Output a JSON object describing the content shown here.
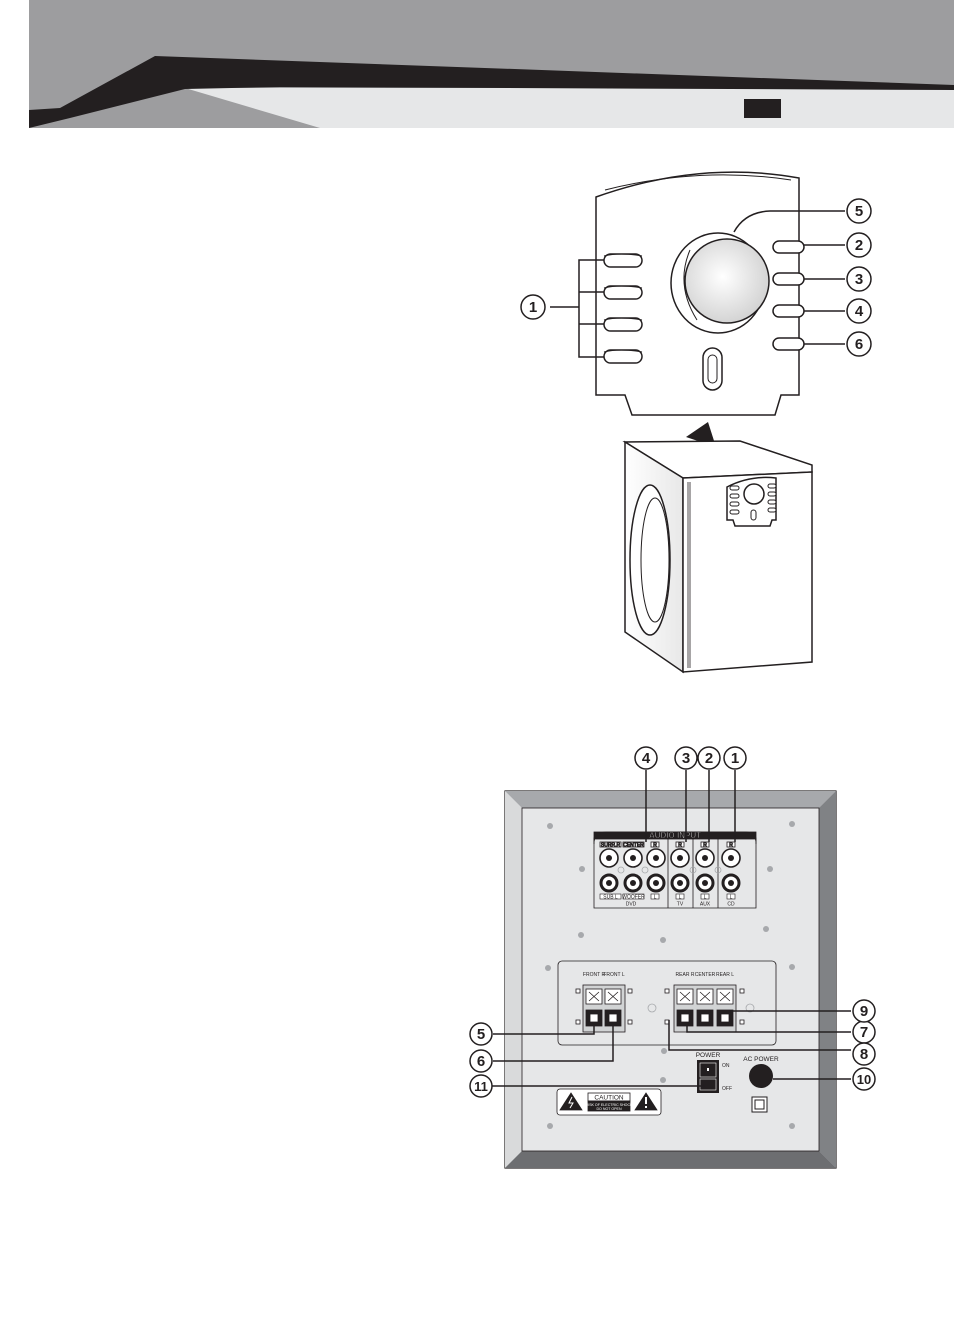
{
  "header": {
    "bar_color": "#9d9d9f",
    "dark_color": "#231f20",
    "light_color": "#e6e7e8"
  },
  "front_panel": {
    "callouts": [
      {
        "key": "1",
        "label": "1"
      },
      {
        "key": "2",
        "label": "2"
      },
      {
        "key": "3",
        "label": "3"
      },
      {
        "key": "4",
        "label": "4"
      },
      {
        "key": "5",
        "label": "5"
      },
      {
        "key": "6",
        "label": "6"
      }
    ]
  },
  "rear_panel": {
    "callouts": [
      {
        "key": "1",
        "label": "1"
      },
      {
        "key": "2",
        "label": "2"
      },
      {
        "key": "3",
        "label": "3"
      },
      {
        "key": "4",
        "label": "4"
      },
      {
        "key": "5",
        "label": "5"
      },
      {
        "key": "6",
        "label": "6"
      },
      {
        "key": "7",
        "label": "7"
      },
      {
        "key": "8",
        "label": "8"
      },
      {
        "key": "9",
        "label": "9"
      },
      {
        "key": "10",
        "label": "10"
      },
      {
        "key": "11",
        "label": "11"
      }
    ],
    "audio_input_title": "AUDIO INPUT",
    "dvb_top_labels": [
      "SURR.R",
      "CENTER",
      "R"
    ],
    "dvb_bottom_labels": [
      "SUB L",
      "WOOFER",
      "L"
    ],
    "group_names": [
      "DVD",
      "TV",
      "AUX",
      "CD"
    ],
    "channel_r": "R",
    "channel_l": "L",
    "speaker_front_labels": [
      "FRONT R",
      "FRONT L"
    ],
    "speaker_rear_labels": [
      "REAR R",
      "CENTER",
      "REAR L"
    ],
    "power_label": "POWER",
    "on_label": "ON",
    "off_label": "OFF",
    "ac_power_label": "AC POWER",
    "caution_title": "CAUTION",
    "caution_line1": "RISK OF ELECTRIC SHOCK",
    "caution_line2": "DO NOT OPEN"
  }
}
